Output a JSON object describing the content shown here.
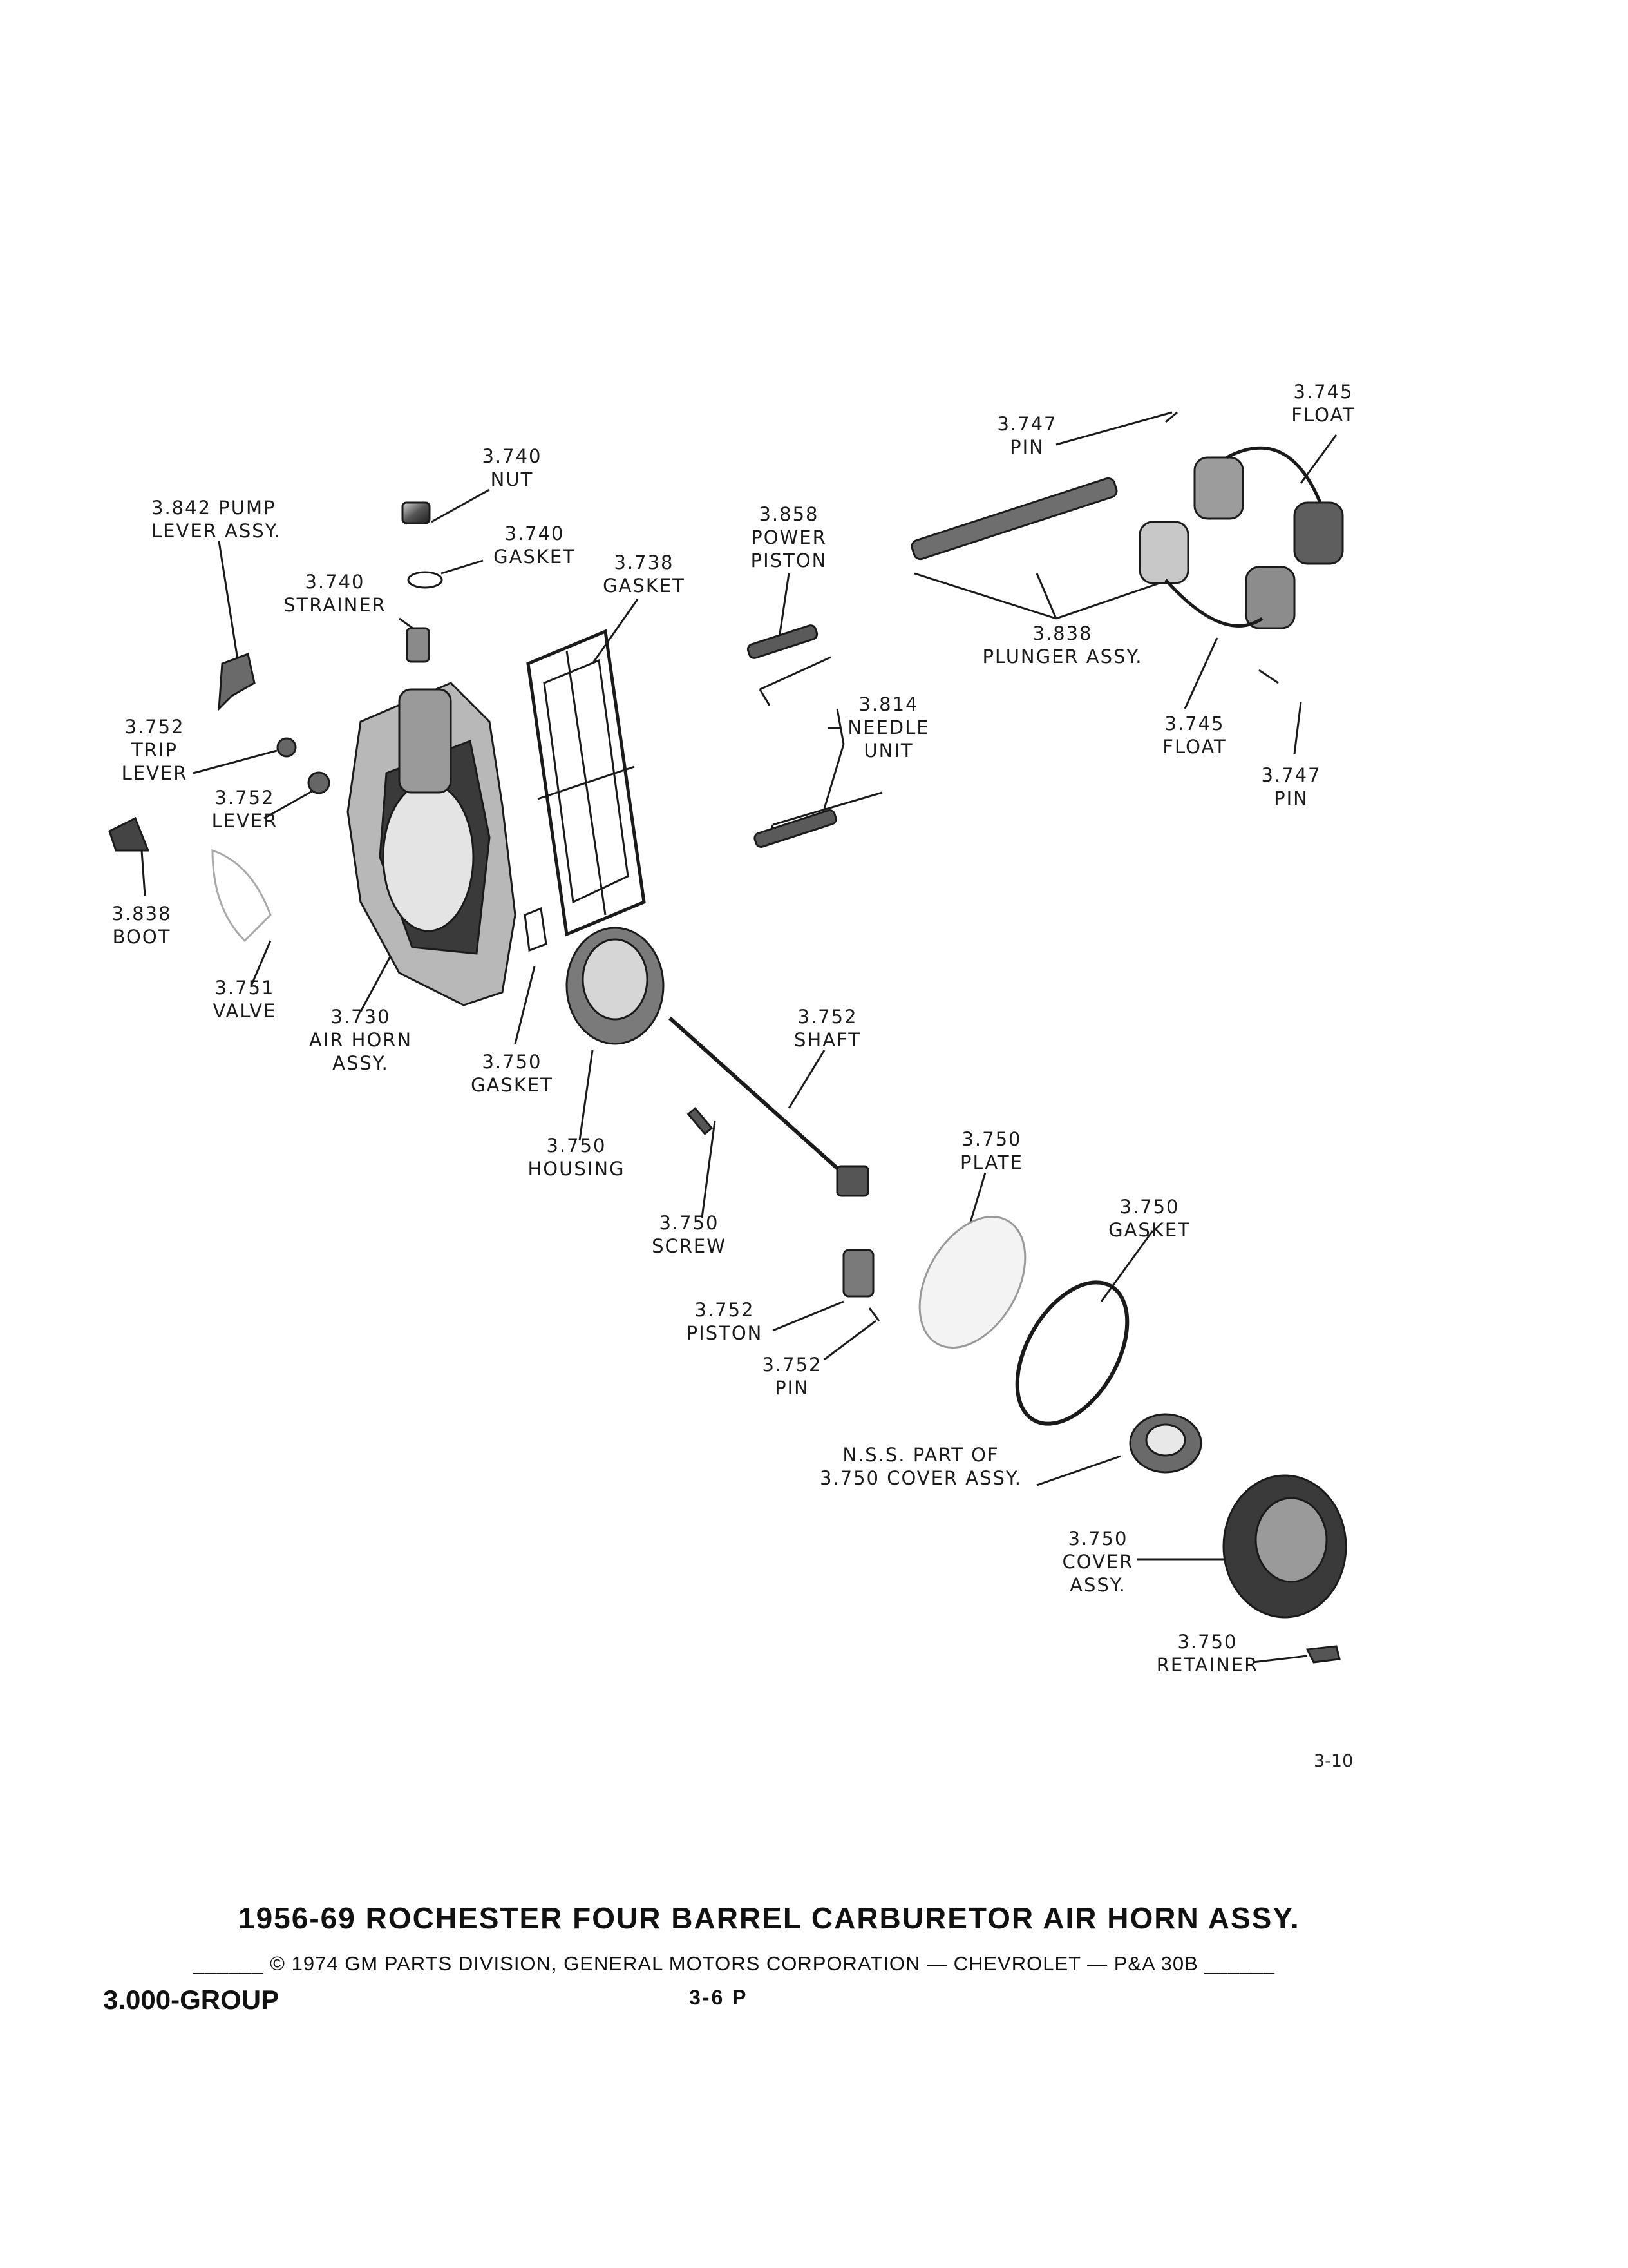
{
  "callouts": {
    "pump_lever": {
      "num": "3.842 PUMP",
      "name": "LEVER ASSY."
    },
    "nut": {
      "num": "3.740",
      "name": "NUT"
    },
    "gasket_3740": {
      "num": "3.740",
      "name": "GASKET"
    },
    "strainer": {
      "num": "3.740",
      "name": "STRAINER"
    },
    "gasket_3738": {
      "num": "3.738",
      "name": "GASKET"
    },
    "power_piston": {
      "num": "3.858",
      "name": "POWER",
      "name2": "PISTON"
    },
    "pin_top": {
      "num": "3.747",
      "name": "PIN"
    },
    "float_top": {
      "num": "3.745",
      "name": "FLOAT"
    },
    "plunger": {
      "num": "3.838",
      "name": "PLUNGER ASSY."
    },
    "needle": {
      "num": "3.814",
      "name": "NEEDLE",
      "name2": "UNIT"
    },
    "float_mid": {
      "num": "3.745",
      "name": "FLOAT"
    },
    "pin_right": {
      "num": "3.747",
      "name": "PIN"
    },
    "trip_lever": {
      "num": "3.752",
      "name": "TRIP",
      "name2": "LEVER"
    },
    "lever": {
      "num": "3.752",
      "name": "LEVER"
    },
    "boot": {
      "num": "3.838",
      "name": "BOOT"
    },
    "valve": {
      "num": "3.751",
      "name": "VALVE"
    },
    "air_horn": {
      "num": "3.730",
      "name": "AIR HORN",
      "name2": "ASSY."
    },
    "gasket_3750a": {
      "num": "3.750",
      "name": "GASKET"
    },
    "housing": {
      "num": "3.750",
      "name": "HOUSING"
    },
    "shaft": {
      "num": "3.752",
      "name": "SHAFT"
    },
    "screw": {
      "num": "3.750",
      "name": "SCREW"
    },
    "plate": {
      "num": "3.750",
      "name": "PLATE"
    },
    "gasket_3750b": {
      "num": "3.750",
      "name": "GASKET"
    },
    "piston": {
      "num": "3.752",
      "name": "PISTON"
    },
    "pin_bottom": {
      "num": "3.752",
      "name": "PIN"
    },
    "nss": {
      "num": "N.S.S. PART OF",
      "name": "3.750 COVER ASSY."
    },
    "cover": {
      "num": "3.750",
      "name": "COVER",
      "name2": "ASSY."
    },
    "retainer": {
      "num": "3.750",
      "name": "RETAINER"
    }
  },
  "page_number": "3-10",
  "title": "1956-69 ROCHESTER FOUR BARREL CARBURETOR AIR HORN ASSY.",
  "copyright": "______ © 1974 GM PARTS DIVISION, GENERAL MOTORS CORPORATION — CHEVROLET — P&A 30B ______",
  "group": "3.000-GROUP",
  "page_code": "3-6  P"
}
